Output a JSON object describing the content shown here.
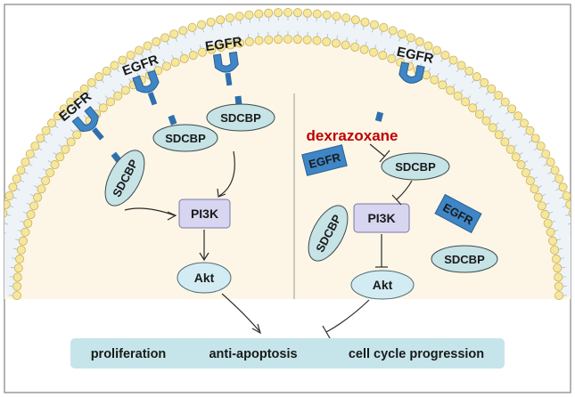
{
  "membrane_receptors": [
    "EGFR",
    "EGFR",
    "EGFR",
    "EGFR"
  ],
  "left_panel": {
    "sdcbp_labels": [
      "SDCBP",
      "SDCBP",
      "SDCBP"
    ],
    "pi3k": "PI3K",
    "akt": "Akt"
  },
  "right_panel": {
    "drug": "dexrazoxane",
    "sdcbp_center": "SDCBP",
    "sdcbp_free_left": "SDCBP",
    "sdcbp_free_right": "SDCBP",
    "egfr_free_left": "EGFR",
    "egfr_free_right": "EGFR",
    "pi3k": "PI3K",
    "akt": "Akt"
  },
  "outcomes": [
    "proliferation",
    "anti-apoptosis",
    "cell cycle progression"
  ],
  "colors": {
    "cytoplasm": "#fdf6e6",
    "lipid_head": "#f6e79c",
    "lipid_stroke": "#c9b15a",
    "egfr_blue": "#3f86c6",
    "sdcbp_fill": "#c6e3e6",
    "pi3k_fill": "#d7d5f0",
    "akt_fill": "#d3ebf2",
    "outcome_bar": "#c6e5ea",
    "drug_red": "#c00000"
  }
}
